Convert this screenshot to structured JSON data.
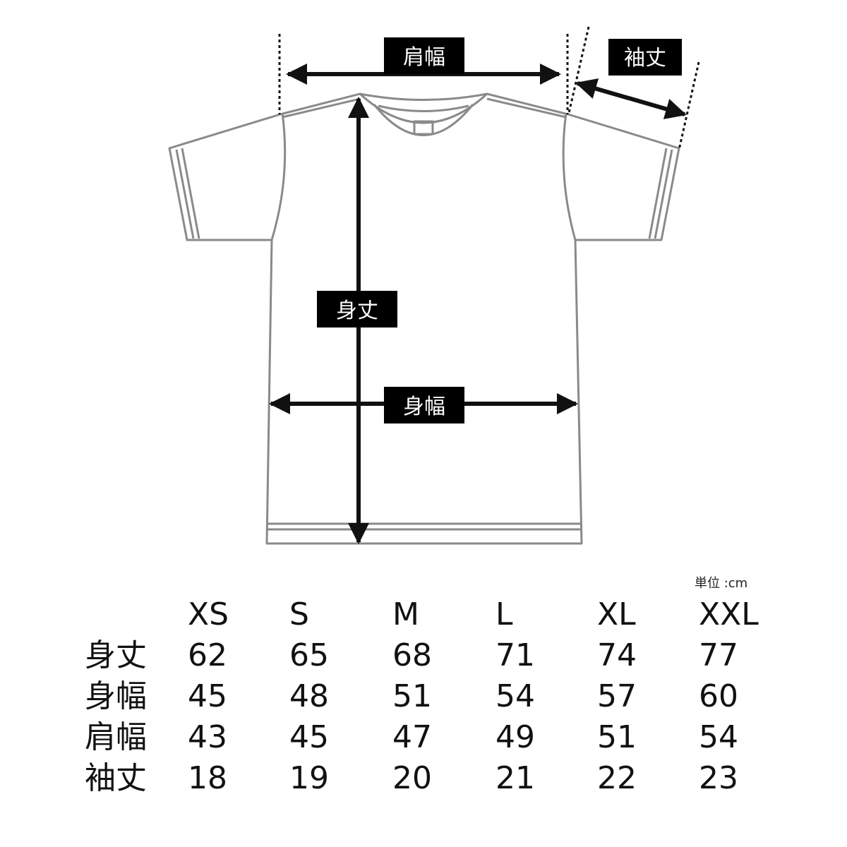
{
  "labels": {
    "shoulder_width": "肩幅",
    "sleeve_length": "袖丈",
    "body_length": "身丈",
    "body_width": "身幅"
  },
  "unit_note": "単位 :cm",
  "colors": {
    "shirt_outline": "#8a8a8a",
    "arrow": "#111111",
    "tag_bg": "#000000",
    "tag_text": "#ffffff"
  },
  "table": {
    "header": [
      "",
      "XS",
      "S",
      "M",
      "L",
      "XL",
      "XXL"
    ],
    "rows": [
      {
        "label": "身丈",
        "values": [
          "62",
          "65",
          "68",
          "71",
          "74",
          "77"
        ]
      },
      {
        "label": "身幅",
        "values": [
          "45",
          "48",
          "51",
          "54",
          "57",
          "60"
        ]
      },
      {
        "label": "肩幅",
        "values": [
          "43",
          "45",
          "47",
          "49",
          "51",
          "54"
        ]
      },
      {
        "label": "袖丈",
        "values": [
          "18",
          "19",
          "20",
          "21",
          "22",
          "23"
        ]
      }
    ]
  }
}
